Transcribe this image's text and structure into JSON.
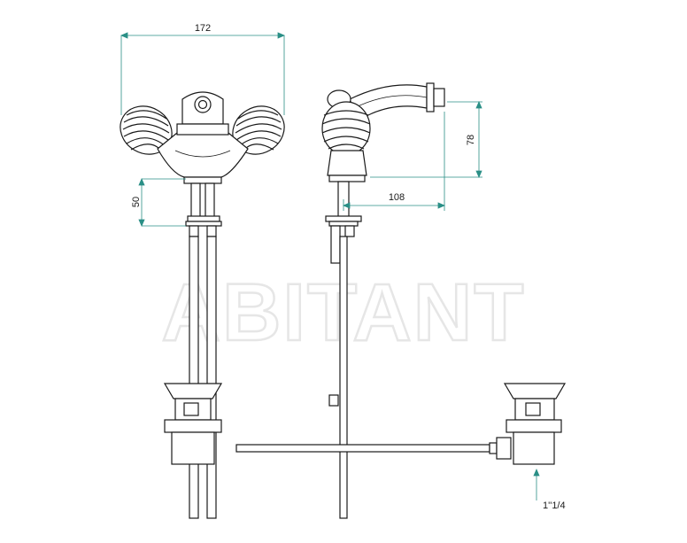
{
  "watermark": "ABITANT",
  "dimensions": {
    "front_width": "172",
    "front_height": "50",
    "side_height": "78",
    "side_reach": "108",
    "waste_thread": "1''1/4"
  },
  "colors": {
    "dimension_line": "#2a8f86",
    "outline": "#1a1a1a",
    "background": "#ffffff"
  }
}
